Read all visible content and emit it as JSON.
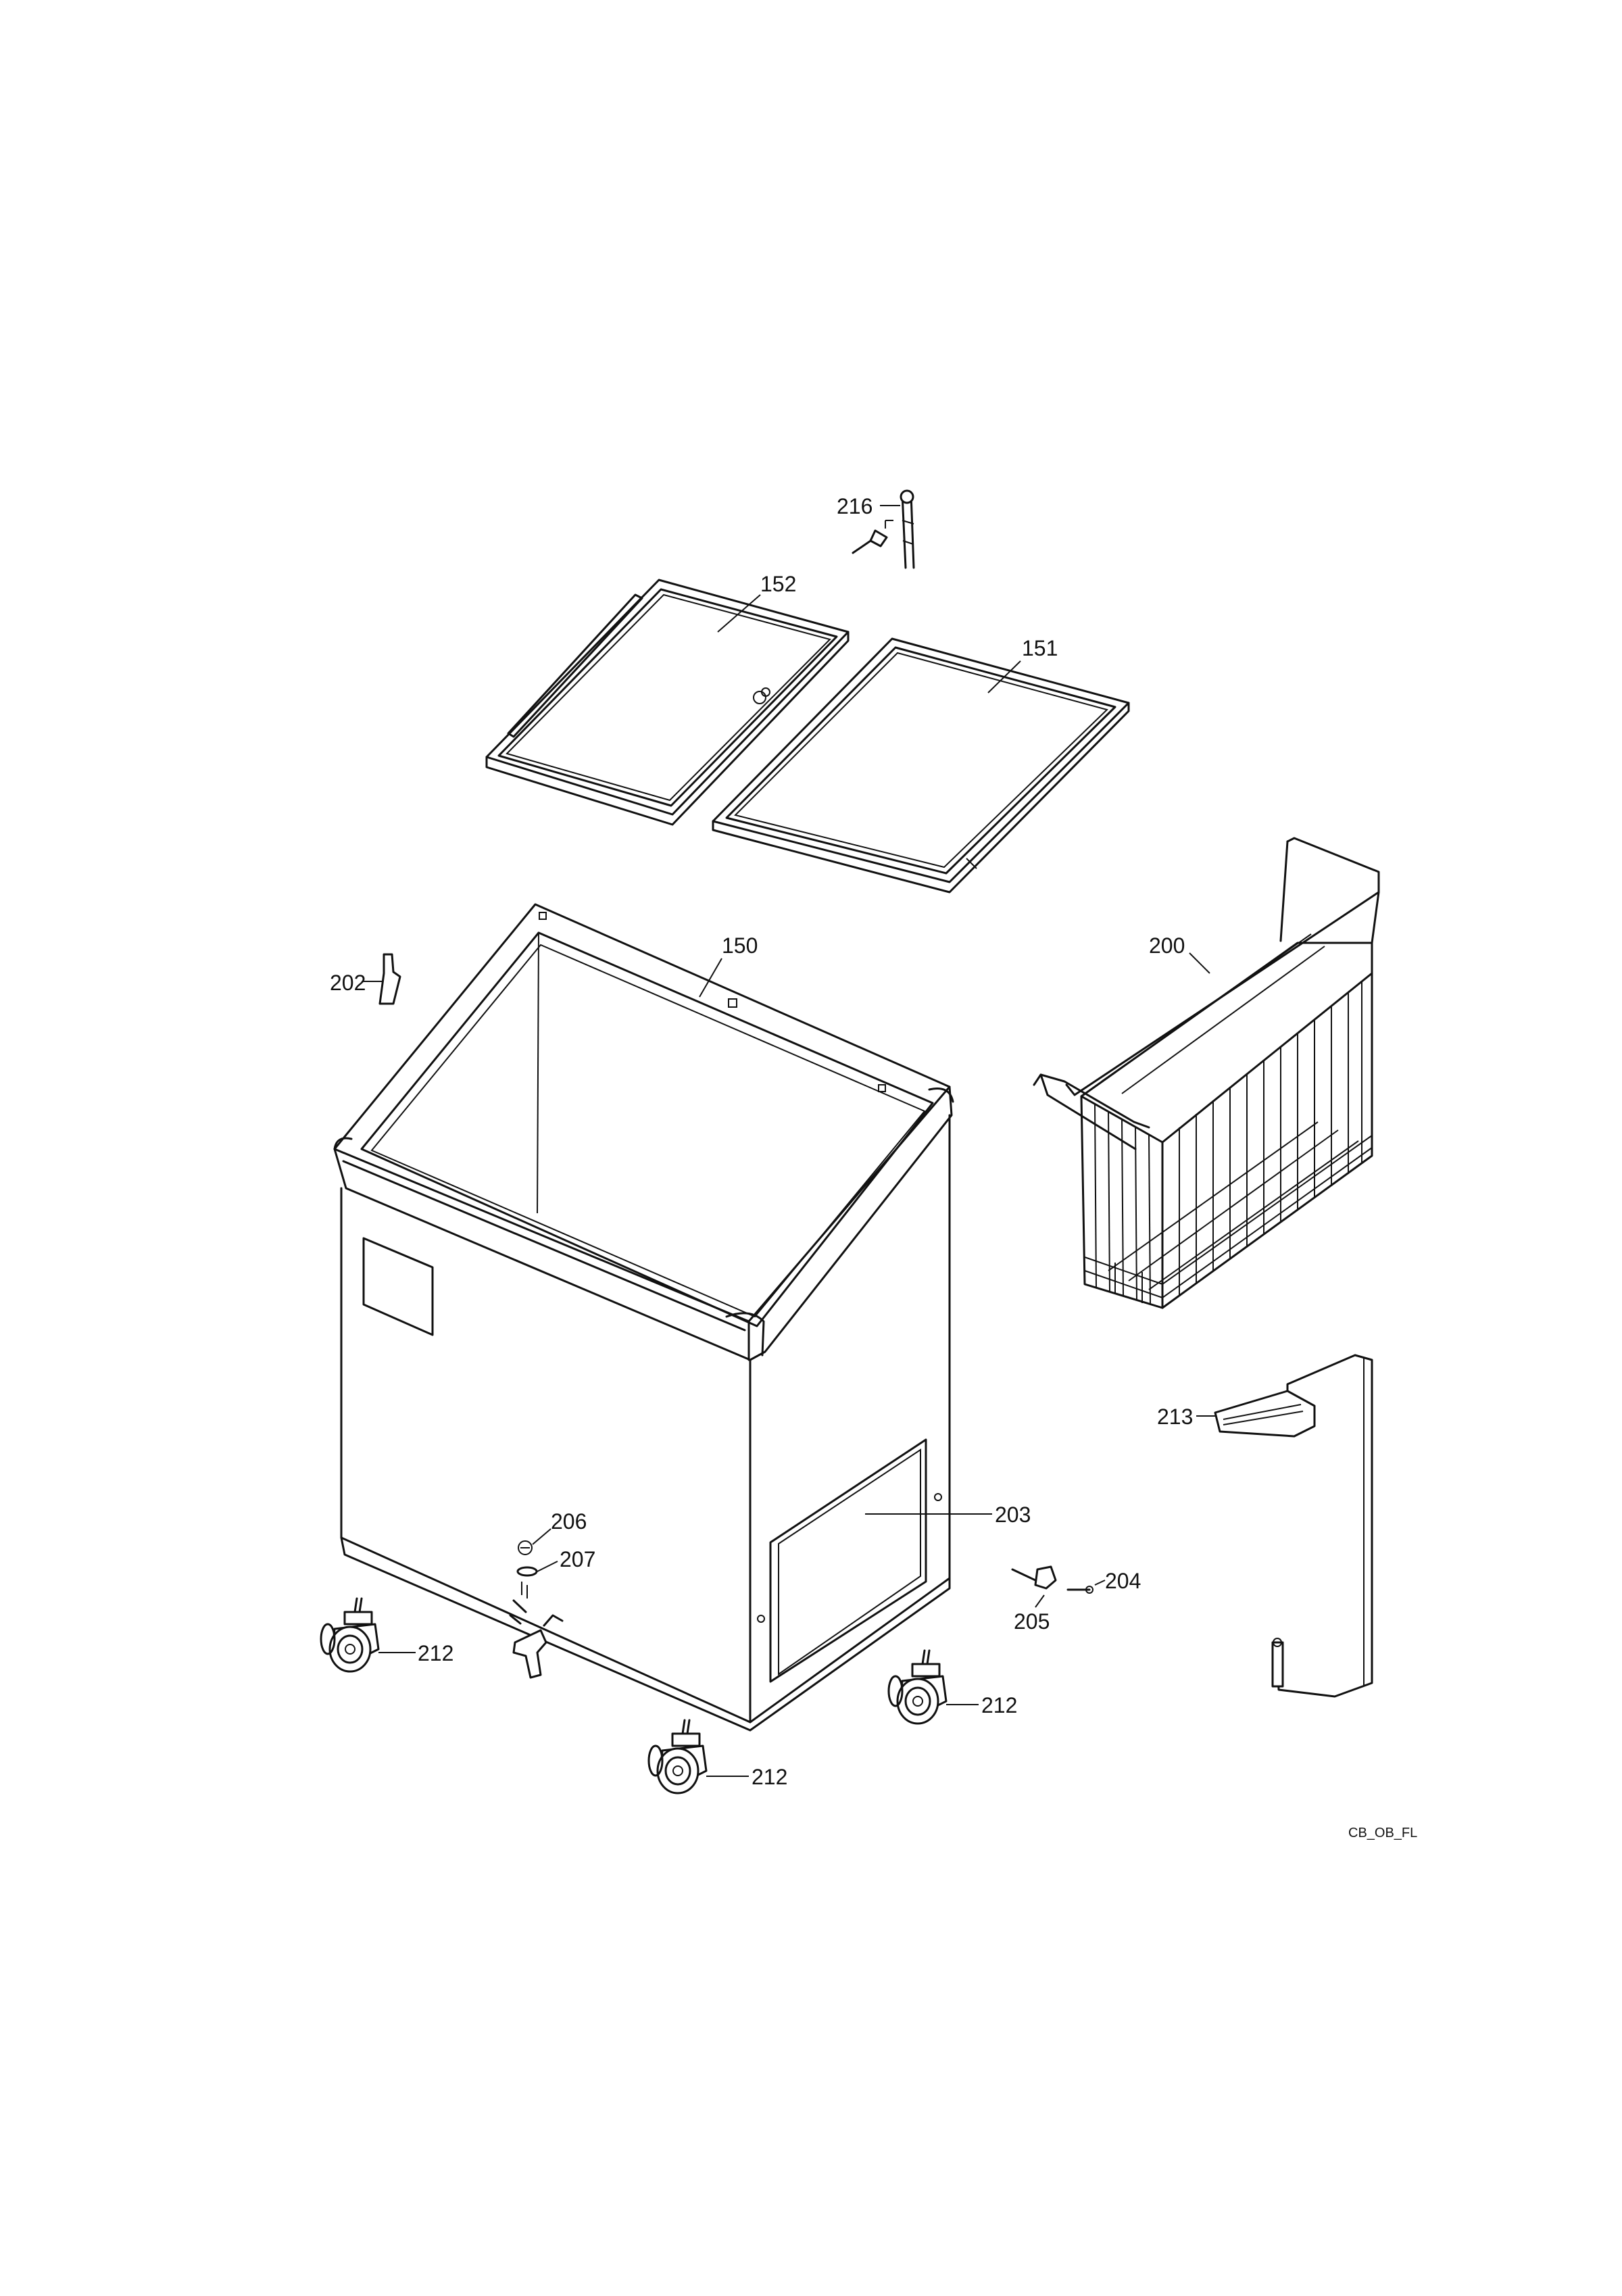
{
  "labels": {
    "p216": "216",
    "p152": "152",
    "p151": "151",
    "p150": "150",
    "p202": "202",
    "p200": "200",
    "p213": "213",
    "p203": "203",
    "p206": "206",
    "p207": "207",
    "p204": "204",
    "p205": "205",
    "p212a": "212",
    "p212b": "212",
    "p212c": "212"
  },
  "drawing_code": "CB_OB_FL",
  "icons": [
    "lid-152",
    "lid-151",
    "cabinet-150",
    "basket-200",
    "caster-212",
    "thermostat-213",
    "panel-203",
    "hinge-216",
    "clip-202",
    "drain-plug-206",
    "washer-207",
    "knob-205",
    "screw-204"
  ]
}
